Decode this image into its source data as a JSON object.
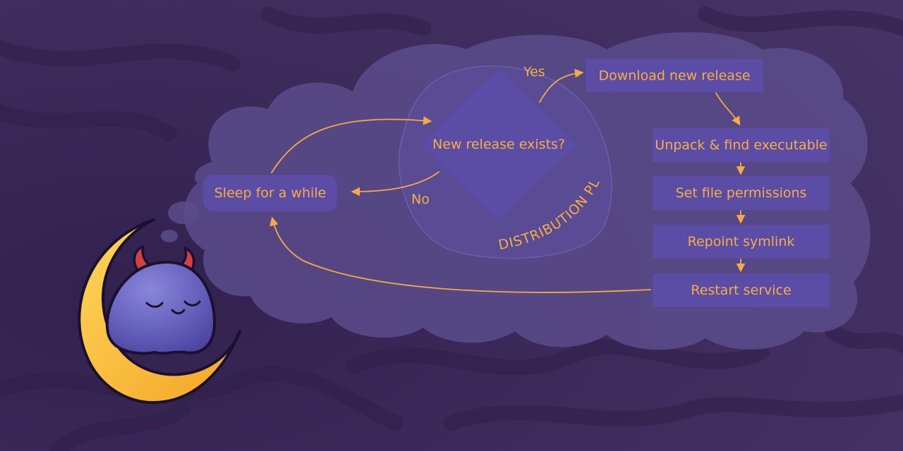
{
  "diagram": {
    "decision": "New release exists?",
    "yes_label": "Yes",
    "no_label": "No",
    "sleep": "Sleep for a while",
    "steps": [
      "Download new release",
      "Unpack & find executable",
      "Set file permissions",
      "Repoint symlink",
      "Restart service"
    ],
    "plugin_label": "DISTRIBUTION PLUGIN"
  },
  "colors": {
    "background": "#3d2b5c",
    "cloud": "#5a4c8c",
    "box": "#5b4ca5",
    "text": "#f7ad46",
    "arrow": "#f5a94a",
    "moon": "#fbbf36",
    "creature": "#5e5ab8",
    "horns": "#d4403f"
  },
  "icons": [
    "crescent-moon-icon",
    "sleeping-devil-creature-icon"
  ]
}
